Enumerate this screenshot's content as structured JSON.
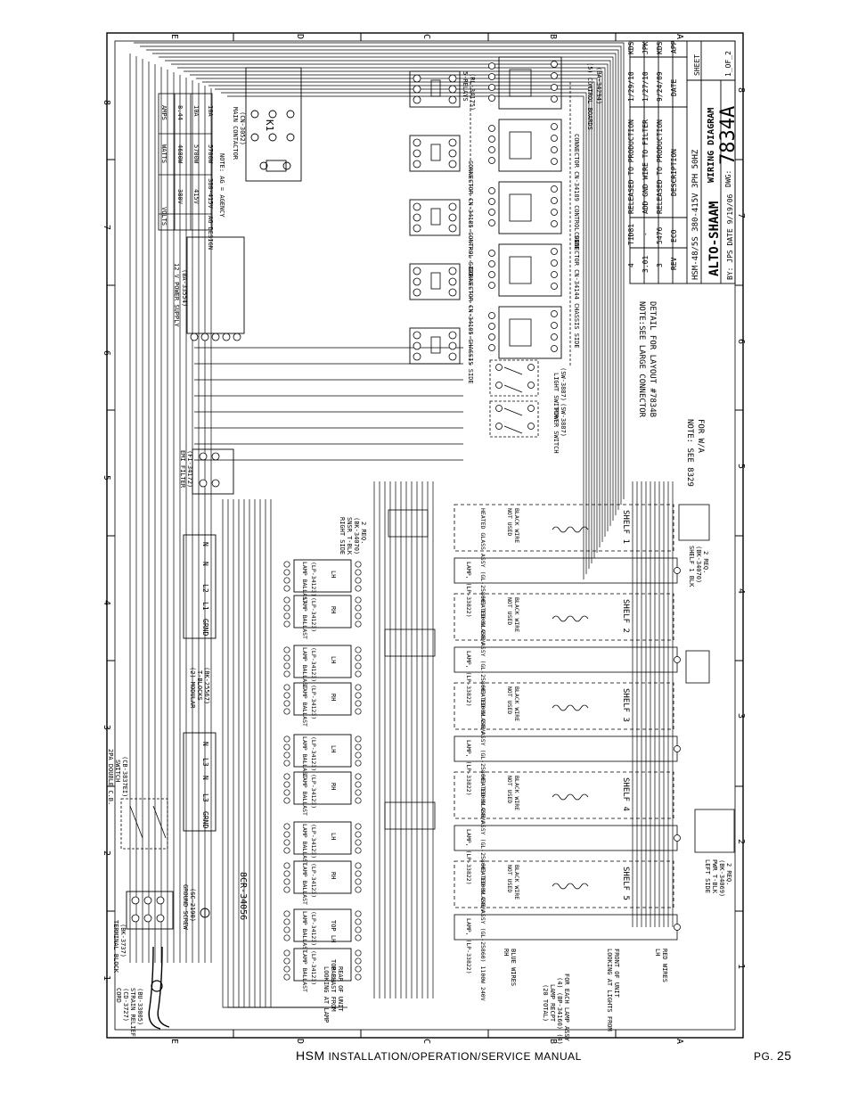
{
  "title_block": {
    "company": "ALTO-SHAAM",
    "title": "WIRING DIAGRAM",
    "model": "HSM-48/5S  380-415V  3PH  50HZ",
    "dwg_label": "DWG:",
    "dwg_number": "7834A",
    "sheet_label": "SHEET",
    "sheet_value": "1_OF_2",
    "by_line": "BY: JPS DATE 9/19/06",
    "headers": {
      "rev": "REV",
      "eco": "ECO",
      "description": "DESCRIPTION",
      "date": "DATE",
      "app": "APP"
    },
    "revisions": [
      {
        "rev": "4",
        "eco": "TID81",
        "description": "RELEASED TO PRODUCTION",
        "date": "1/29/10",
        "app": "KDS"
      },
      {
        "rev": "3.01",
        "eco": "-",
        "description": "ADD GND WIRE TO FILTER",
        "date": "1/27/10",
        "app": "JPK"
      },
      {
        "rev": "3",
        "eco": "5476",
        "description": "RELEASED TO PRODUCTION",
        "date": "9/24/09",
        "app": "KDS"
      }
    ]
  },
  "grid": {
    "numbers": [
      "8",
      "7",
      "6",
      "5",
      "4",
      "3",
      "2",
      "1"
    ],
    "letters": [
      "E",
      "D",
      "C",
      "B",
      "A"
    ]
  },
  "table": {
    "headers": [
      "VOLTS",
      "WATTS",
      "AMPS"
    ],
    "rows": [
      [
        "380V",
        "4680W",
        "8.44"
      ],
      [
        "415V",
        "5700W",
        "10A"
      ],
      [
        "380-415V",
        "5700W",
        "10A"
      ]
    ],
    "note": "AG DESIGN",
    "agency": "NOTE: AG = AGENCY"
  },
  "labels": {
    "main_contactor": "MAIN CONTACTOR",
    "main_contactor_part": "(CN-3052)",
    "k1": "K1",
    "power_supply": "12 V POWER SUPPLY",
    "power_supply_part": "(BA-33554)",
    "relays": "5-RELAYS",
    "relays_part": "(RL-34175)",
    "control_boards": "(5) CONTROL BOARDS",
    "control_boards_part": "(BA-34294)",
    "control_side_1": "CONNECTOR CN-34185 CONTROL SIDE",
    "control_side_2": "CONNECTOR CN-34195 CHASSIS SIDE",
    "control_side_3": "CONNECTOR CN-34189 CONTROL SIDE",
    "chassis_side": "CONNECTOR CN-34144 CHASSIS SIDE",
    "light_switch": "LIGHT SWITCH",
    "light_switch_part": "(SW-3887)",
    "power_switch": "POWER SWITCH",
    "power_switch_part": "(SW-3887)",
    "note_connector": "NOTE:SEE LARGE CONNECTOR",
    "note_connector_2": "DETAIL FOR LAYOUT #7834B",
    "note_8329": "NOTE: SEE 8329",
    "note_8329_2": "FOR W/A",
    "emi_filter": "EMI FILTER",
    "emi_filter_part": "(FI-34172)",
    "right_side": "RIGHT SIDE",
    "right_side_2": "SNSR T-BLK",
    "right_side_3": "(BK-34070)",
    "right_side_4": "2 REQ.",
    "modular": "(2) MODULAR",
    "modular_2": "T-BLOCKS",
    "modular_3": "(BK-25567)",
    "double_pole": "2PA DOUBLE C.B.",
    "double_pole_2": "SWITCH",
    "double_pole_3": "(CB-3837EI)",
    "terminal_block": "TERMINAL BLOCK",
    "terminal_block_part": "(BK-3737)",
    "ground_screw": "GROUND SCREW",
    "ground_screw_part": "(SC-2190)",
    "cord": "CORD",
    "cord_part": "(CD-3727)",
    "strain_relief": "STRAIN RELIEF",
    "strain_relief_part": "(BU-33005)",
    "part_8cr": "8CR-34056",
    "lamp_ballast": "LAMP BALLAST",
    "lamp_ballast_part": "(LP-34123)",
    "lh": "LH",
    "rh": "RH",
    "top_lh": "TOP LH",
    "top_rh": "TOP RH",
    "lamp": "LAMP, (LP-33822)",
    "heated_glass": "HEATED GLASS ASSY (GL-25860) 1100W 240V",
    "black_wire": "BLACK WIRE",
    "not_used": "NOT USED",
    "shelves": [
      "SHELF 1",
      "SHELF 2",
      "SHELF 3",
      "SHELF 4",
      "SHELF 5"
    ],
    "shelf1_blk": "SHELF 1 BLK",
    "shelf1_blk_2": "(BK-34070)",
    "shelf1_blk_3": "2 REQ.",
    "left_side": "LEFT SIDE",
    "left_side_2": "PWR T-BLK",
    "left_side_3": "(BK-34069)",
    "left_side_4": "2 REQ.",
    "looking_ballast": "LOOKING AT LAMP",
    "looking_ballast_2": "BALLAST FROM",
    "looking_ballast_3": "REAR OF UNIT",
    "for_each_lamp": "FOR EACH LAMP ASSY",
    "for_each_lamp_2": "(4) (BP-34160) (4)",
    "for_each_lamp_3": "LAMP RECPT",
    "for_each_lamp_4": "(20 TOTAL)",
    "looking_lights": "LOOKING AT LIGHTS FROM",
    "looking_lights_2": "FRONT OF UNIT",
    "lh_red": "LH",
    "lh_red_2": "RED WIRES",
    "rh_blue": "RH",
    "rh_blue_2": "BLUE WIRES",
    "l1": "L1",
    "l2": "L2",
    "l3": "L3",
    "n": "N",
    "grnd": "GRND"
  },
  "footer": {
    "brand": "HSM",
    "manual": "INSTALLATION/OPERATION/SERVICE MANUAL",
    "page_label": "PG.",
    "page_number": "25"
  }
}
